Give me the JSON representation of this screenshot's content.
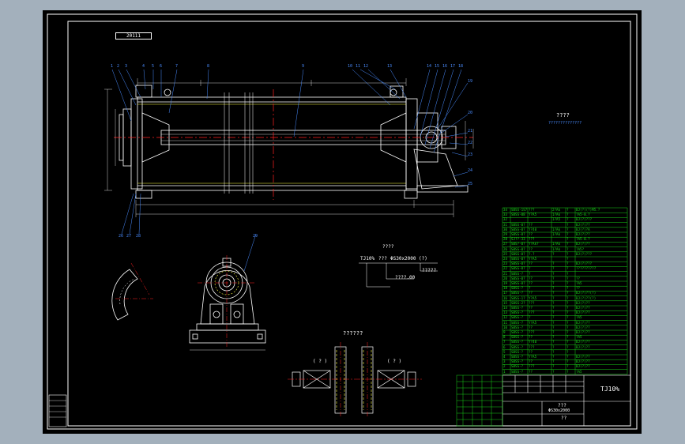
{
  "drawing": {
    "corner_tag": "20111",
    "tech_title": "????",
    "tech_subtitle": "??????????????",
    "spec_heading": "????",
    "spec_model": "TJ10%",
    "spec_item_a": "???",
    "spec_item_b": "ΦS30x2000",
    "spec_item_c": "(?)",
    "spec_sub_a": "????.00",
    "spec_sub_b": "?????",
    "gear_heading": "??????",
    "gear_left_label": "( ? )",
    "gear_right_label": "( ? )",
    "title_block_name": "TJ10%",
    "title_block_part": "???",
    "title_block_spec": "ΦS30x2000",
    "title_block_small": "??"
  },
  "parts_table": {
    "rows": [
      [
        "34",
        "SBSS-1S7",
        "???",
        "2?Ak",
        "?",
        "BJ(?)(?)M5.?"
      ],
      [
        "33",
        "SBSS-08",
        "Y?A5",
        "1?Ak",
        "?",
        "?A5-0.?"
      ],
      [
        "32",
        "",
        "",
        "1?A5",
        "?",
        "BJ(?)???"
      ],
      [
        "31",
        "SBSS-0?",
        "??",
        "",
        "?",
        "BJ(?)??"
      ],
      [
        "30",
        "SBSS-0?",
        "Y?40",
        "1?Ak",
        "?",
        "BJ(?)?A"
      ],
      [
        "29",
        "SBSS-0?",
        "??",
        "1?Ak",
        "?",
        "BJ(?)??"
      ],
      [
        "28",
        "SJ??-33",
        "???",
        "",
        "?",
        "?A5-0.?"
      ],
      [
        "27",
        "SBS?-0?",
        "Y?Ak?",
        "1?Ak",
        "?",
        "BJ(?)??"
      ],
      [
        "26",
        "SBSS-0?",
        "??",
        "1?Ak",
        "?",
        "?A5?"
      ],
      [
        "25",
        "SBSS-0?",
        "?.?",
        "?",
        "?",
        "BJ(?)???"
      ],
      [
        "24",
        "SBSS-0?",
        "Y?A5",
        "",
        "?",
        ""
      ],
      [
        "23",
        "SBSS-0?",
        "??",
        "?",
        "?",
        "BJ(?)???"
      ],
      [
        "22",
        "SBSS-0?",
        "?",
        "?",
        "?",
        "??????????"
      ],
      [
        "21",
        "SBSS-?",
        "?",
        "?",
        "?",
        ""
      ],
      [
        "20",
        "SBSS-0?",
        "??",
        "?",
        "?",
        "??"
      ],
      [
        "19",
        "SBSS-0?",
        "??",
        "?",
        "?",
        "?A5"
      ],
      [
        "18",
        "SBSS-?",
        "?",
        "?",
        "?",
        "??"
      ],
      [
        "17",
        "SBSS-?",
        "??",
        "?",
        "?",
        "BJ(?)??(?)"
      ],
      [
        "16",
        "SBSS-1?",
        "Y?A5",
        "?",
        "?",
        "BJ(?)??(?)"
      ],
      [
        "15",
        "SBSS-2?",
        "???",
        "?",
        "?",
        "BJ(?)??"
      ],
      [
        "14",
        "SBSS-?",
        "??",
        "?",
        "?",
        "BJ(?)??"
      ],
      [
        "13",
        "SBSS-?",
        "???",
        "?",
        "?",
        "BJ(?)??"
      ],
      [
        "12",
        "SBSS-?",
        "?",
        "?",
        "?",
        "?A5"
      ],
      [
        "11",
        "SBSS-?",
        "Y?A5",
        "?",
        "?",
        "BJ(?)??"
      ],
      [
        "10",
        "SBSS-?",
        "??",
        "?",
        "?",
        "BJ(?)??"
      ],
      [
        "9",
        "SBSS-?",
        "???",
        "?",
        "?",
        "BJ(?)??"
      ],
      [
        "8",
        "SBSS-?",
        "??",
        "?",
        "?",
        "?A5"
      ],
      [
        "7",
        "SBSS-?",
        "Y?40",
        "?",
        "?",
        "BJ(?)??"
      ],
      [
        "6",
        "SBSS-?",
        "???",
        "?",
        "?",
        "BJ(?)??"
      ],
      [
        "5",
        "SBSS-?",
        "??",
        "?",
        "?",
        ""
      ],
      [
        "4",
        "SBSS-?",
        "Y?A5",
        "?",
        "?",
        "BJ(?)??"
      ],
      [
        "3",
        "SBSS-?",
        "??",
        "?",
        "?",
        "BJ(?)??"
      ],
      [
        "2",
        "SBSS-?",
        "???",
        "?",
        "?",
        "BJ(?)??"
      ],
      [
        "1",
        "SBSS-?",
        "??",
        "?",
        "?",
        "?A5"
      ]
    ]
  },
  "balloons": {
    "left_top": [
      "1",
      "2",
      "3",
      "4",
      "5",
      "6",
      "7",
      "8"
    ],
    "right_top": [
      "10",
      "11",
      "12",
      "13",
      "14",
      "15",
      "16",
      "17",
      "18"
    ],
    "right_side": [
      "19",
      "20",
      "21",
      "22",
      "23",
      "24",
      "25"
    ],
    "bottom_left": [
      "26",
      "27",
      "28",
      "29"
    ]
  },
  "colors": {
    "background": "#000000",
    "frame": "#ffffff",
    "outer": "#a3b0bc",
    "center_line": "#ff2020",
    "hidden": "#ffff40",
    "table": "#19d219"
  }
}
